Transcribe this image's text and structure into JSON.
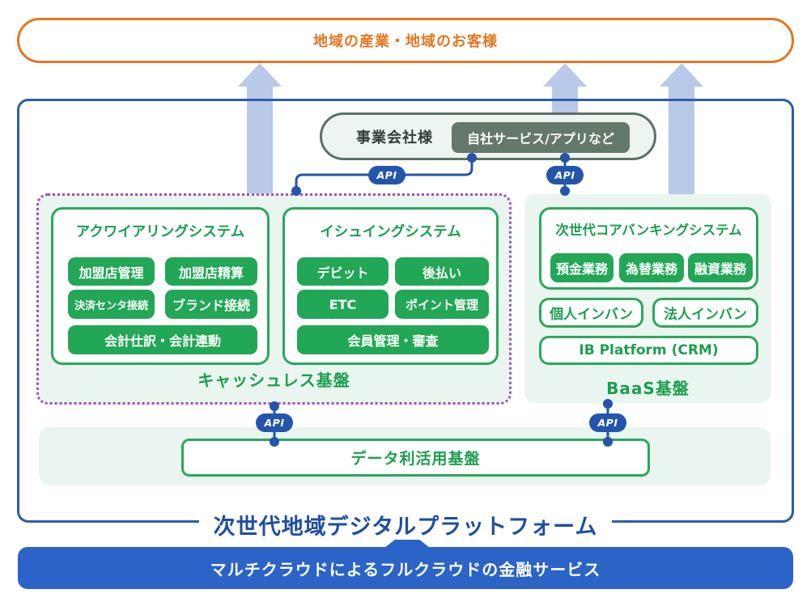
{
  "customers": {
    "label": "地域の産業・地域のお客様"
  },
  "partner": {
    "label": "事業会社様",
    "service_label": "自社サービス/アプリなど"
  },
  "api_label": "API",
  "cashless": {
    "acquiring": {
      "title": "アクワイアリングシステム",
      "items": [
        "加盟店管理",
        "加盟店精算",
        "決済センタ接続",
        "ブランド接続",
        "会計仕訳・会計連動"
      ]
    },
    "issuing": {
      "title": "イシュイングシステム",
      "items": [
        "デビット",
        "後払い",
        "ETC",
        "ポイント管理",
        "会員管理・審査"
      ]
    },
    "label": "キャッシュレス基盤"
  },
  "baas": {
    "core": {
      "title": "次世代コアバンキングシステム",
      "items": [
        "預金業務",
        "為替業務",
        "融資業務"
      ]
    },
    "sub_items": [
      "個人インバン",
      "法人インバン",
      "IB Platform (CRM)"
    ],
    "label": "BaaS基盤"
  },
  "data_platform": {
    "label": "データ利活用基盤"
  },
  "platform_title": "次世代地域デジタルプラットフォーム",
  "bottom_bar": {
    "label": "マルチクラウドによるフルクラウドの金融サービス"
  },
  "colors": {
    "orange": "#e2761f",
    "main_border_blue": "#2d5da6",
    "connector_blue": "#2355ad",
    "arrow_light_blue": "#b9c9ea",
    "green": "#21a755",
    "green_border": "#2aa85c",
    "green_text": "#1b9e4f",
    "light_green_bg": "#e9f5ee",
    "purple_dotted": "#a14fc0",
    "slate_border": "#5b7165",
    "slate_fill": "#64786c",
    "title_blue": "#1d4fa1",
    "bar_blue": "#2b63c6"
  }
}
